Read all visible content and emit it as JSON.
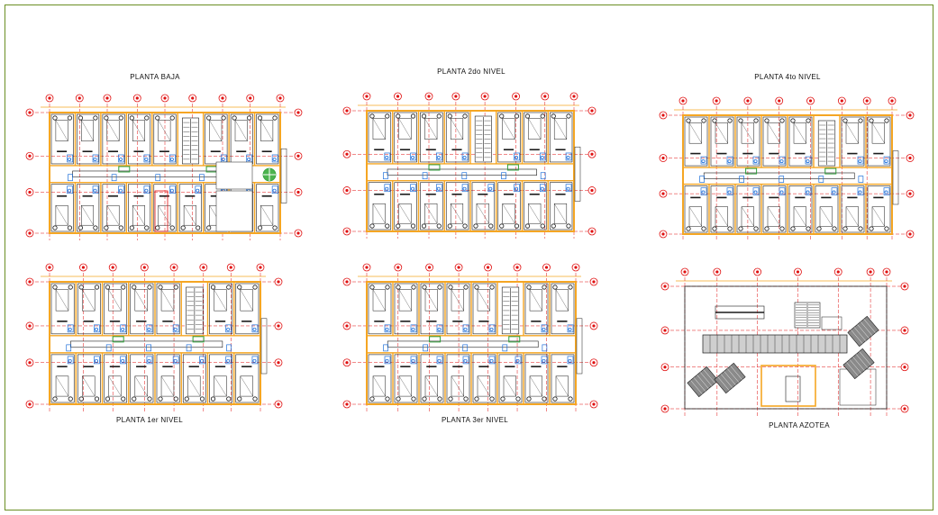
{
  "sheet": {
    "plans": [
      {
        "id": "planta-baja",
        "title": "PLANTA BAJA",
        "variant": "ground"
      },
      {
        "id": "planta-2do",
        "title": "PLANTA 2do NIVEL",
        "variant": "typical"
      },
      {
        "id": "planta-4to",
        "title": "PLANTA 4to NIVEL",
        "variant": "upper"
      },
      {
        "id": "planta-1er",
        "title": "PLANTA 1er NIVEL",
        "variant": "typical"
      },
      {
        "id": "planta-3er",
        "title": "PLANTA 3er NIVEL",
        "variant": "typical"
      },
      {
        "id": "planta-azotea",
        "title": "PLANTA AZOTEA",
        "variant": "roof"
      }
    ]
  },
  "colors": {
    "border": "#6b8e23",
    "wall": "#f5a623",
    "grid": "#e01010",
    "linework": "#1a1a1a",
    "fixture": "#1e6fd9",
    "accent": "#2f9e3a",
    "solar": "#8a8a8a"
  }
}
